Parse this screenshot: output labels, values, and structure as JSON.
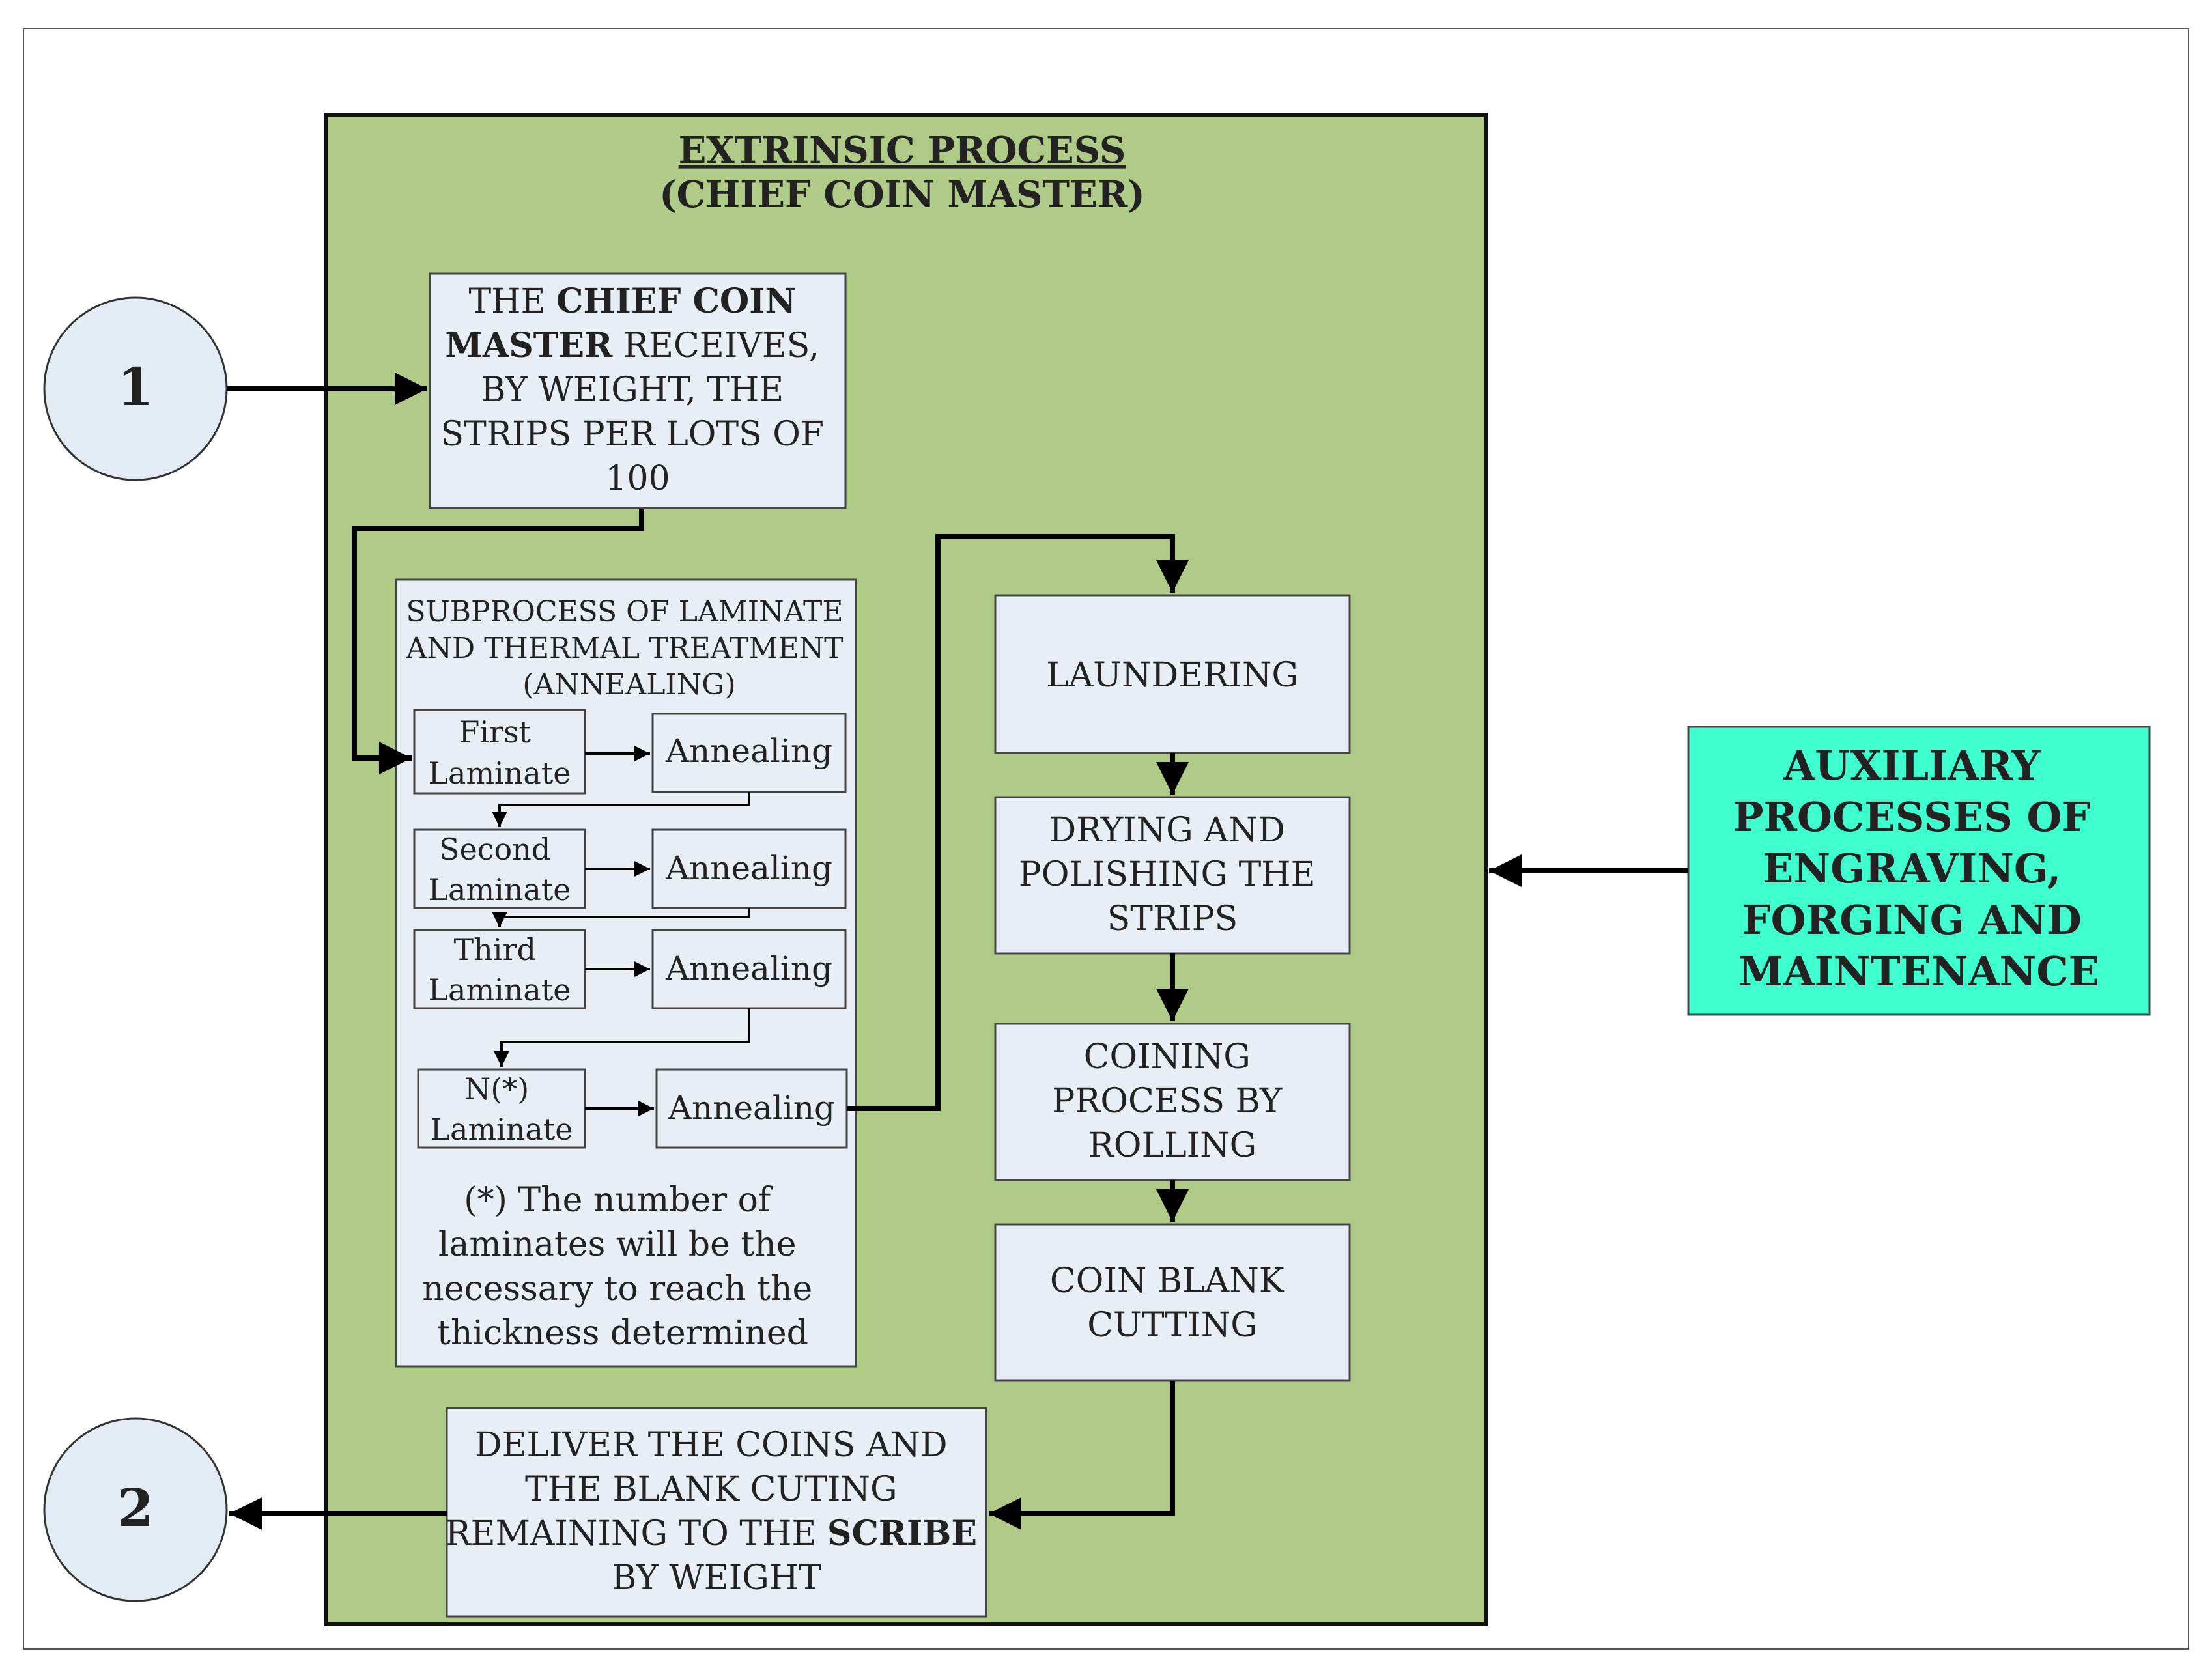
{
  "colors": {
    "process_bg": "#afcb87",
    "box_fill": "#e8eef6",
    "aux_fill": "#40ffcf",
    "circle_fill": "#e3ebf5"
  },
  "connectors": {
    "in": "1",
    "out": "2"
  },
  "process": {
    "title": "EXTRINSIC PROCESS",
    "subtitle": "(CHIEF COIN MASTER)"
  },
  "receive_box": {
    "l1a": "THE ",
    "l1b": "CHIEF COIN",
    "l2a": "MASTER",
    "l2b": " RECEIVES,",
    "l3": "BY WEIGHT, THE",
    "l4": "STRIPS PER LOTS OF",
    "l5": "100"
  },
  "subprocess": {
    "title": [
      "SUBPROCESS OF LAMINATE",
      "AND THERMAL TREATMENT",
      "(ANNEALING)"
    ],
    "rows": [
      {
        "laminate": [
          "First",
          "Laminate"
        ],
        "annealing": "Annealing"
      },
      {
        "laminate": [
          "Second",
          "Laminate"
        ],
        "annealing": "Annealing"
      },
      {
        "laminate": [
          "Third",
          "Laminate"
        ],
        "annealing": "Annealing"
      },
      {
        "laminate": [
          "N(*)",
          "Laminate"
        ],
        "annealing": "Annealing"
      }
    ],
    "note": [
      "(*) The number of",
      "laminates will be the",
      "necessary to reach the",
      "thickness determined"
    ]
  },
  "steps": {
    "laundering": [
      "LAUNDERING"
    ],
    "drying": [
      "DRYING AND",
      "POLISHING THE",
      "STRIPS"
    ],
    "coining": [
      "COINING",
      "PROCESS BY",
      "ROLLING"
    ],
    "cutting": [
      "COIN BLANK",
      "CUTTING"
    ]
  },
  "deliver_box": {
    "l1": "DELIVER THE COINS AND",
    "l2": "THE BLANK CUTING",
    "l3a": "REMAINING TO THE ",
    "l3b": "SCRIBE",
    "l4": "BY WEIGHT"
  },
  "auxiliary": [
    "AUXILIARY",
    "PROCESSES OF",
    "ENGRAVING,",
    "FORGING AND",
    "MAINTENANCE"
  ]
}
